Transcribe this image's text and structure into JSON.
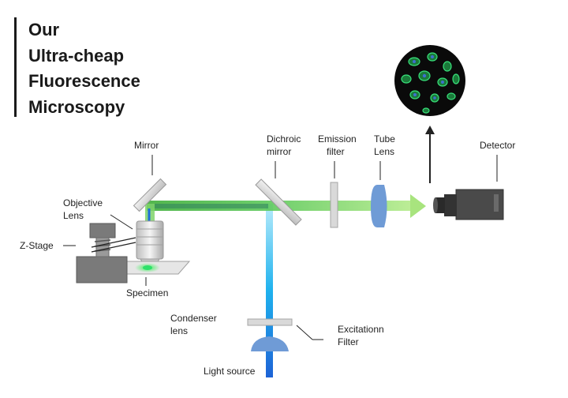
{
  "title": {
    "lines": [
      "Our",
      "Ultra-cheap",
      "Fluorescence",
      "Microscopy"
    ]
  },
  "labels": {
    "mirror": "Mirror",
    "dichroic_line1": "Dichroic",
    "dichroic_line2": "mirror",
    "emission_line1": "Emission",
    "emission_line2": "filter",
    "tube_line1": "Tube",
    "tube_line2": "Lens",
    "detector": "Detector",
    "objective_line1": "Objective",
    "objective_line2": "Lens",
    "zstage": "Z-Stage",
    "specimen": "Specimen",
    "condenser_line1": "Condenser",
    "condenser_line2": "lens",
    "excitation_line1": "Excitationn",
    "excitation_line2": "Filter",
    "light_source": "Light source"
  },
  "colors": {
    "emission_beam": "#8fd96a",
    "excitation_beam": "#22b8f0",
    "return_beam": "#1e6fd9",
    "lens": "#6f9bd6",
    "filter": "#d9d9d9",
    "stage": "#7a7a7a",
    "detector": "#4a4a4a",
    "cell_glow": "#2ee06a"
  }
}
